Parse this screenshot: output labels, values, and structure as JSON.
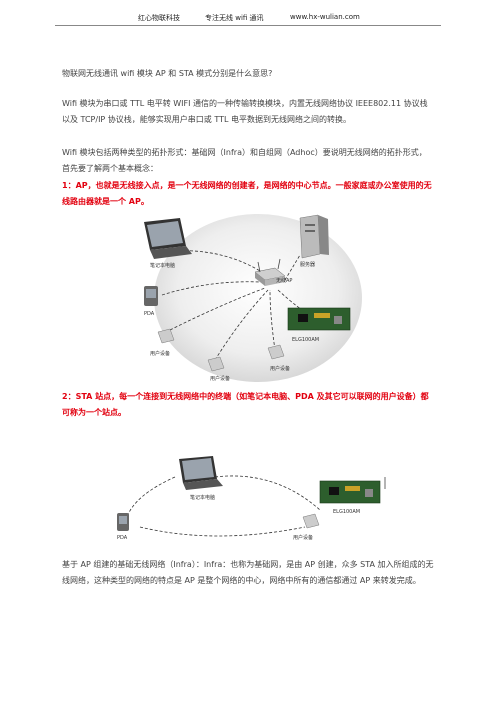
{
  "header": {
    "company": "红心物联科技",
    "slogan": "专注无线 wifi 通讯",
    "url": "www.hx-wulian.com"
  },
  "title": "物联网无线通讯 wifi 模块 AP 和 STA 模式分别是什么意思?",
  "intro": "Wifi 模块为串口或 TTL 电平转 WIFI 通信的一种传输转换模块，内置无线网络协议 IEEE802.11 协议栈以及 TCP/IP 协议栈，能够实现用户串口或 TTL 电平数据到无线网络之间的转换。",
  "topology": "Wifi 模块包括两种类型的拓扑形式：基础网（Infra）和自组网（Adhoc）要说明无线网络的拓扑形式，首先要了解两个基本概念：",
  "ap_heading": "1：AP，也就是无线接入点，是一个无线网络的创建者，是网络的中心节点。一般家庭或办公室使用的无线路由器就是一个 AP。",
  "sta_heading": "2：STA 站点，每一个连接到无线网络中的终端（如笔记本电脑、PDA 及其它可以联网的用户设备）都可称为一个站点。",
  "footer_text": "基于 AP 组建的基础无线网络（Infra）：Infra：也称为基础网，是由 AP 创建，众多 STA 加入所组成的无线网络，这种类型的网络的特点是 AP 是整个网络的中心，网络中所有的通信都通过 AP 来转发完成。",
  "diagram1": {
    "laptop": "笔记本电脑",
    "server": "服务器",
    "ap": "无线AP",
    "pda": "PDA",
    "user1": "用户设备",
    "user2": "用户设备",
    "user3": "用户设备",
    "board": "ELG100AM"
  },
  "diagram2": {
    "laptop": "笔记本电脑",
    "pda": "PDA",
    "user": "用户设备",
    "board": "ELG100AM"
  }
}
